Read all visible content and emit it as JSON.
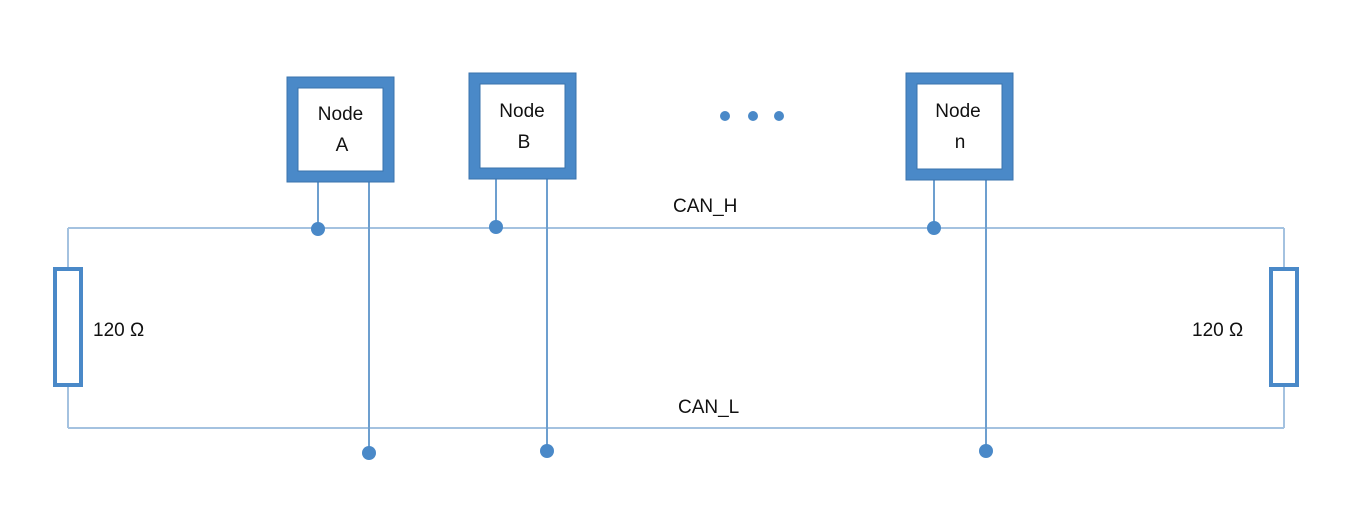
{
  "nodes": [
    {
      "line1": "Node",
      "line2": "A"
    },
    {
      "line1": "Node",
      "line2": "B"
    },
    {
      "line1": "Node",
      "line2": "n"
    }
  ],
  "buses": {
    "high_label": "CAN_H",
    "low_label": "CAN_L"
  },
  "resistors": {
    "left_label": "120 Ω",
    "right_label": "120 Ω"
  },
  "colors": {
    "accent": "#4a89c8",
    "wire": "#a4c2e0"
  }
}
